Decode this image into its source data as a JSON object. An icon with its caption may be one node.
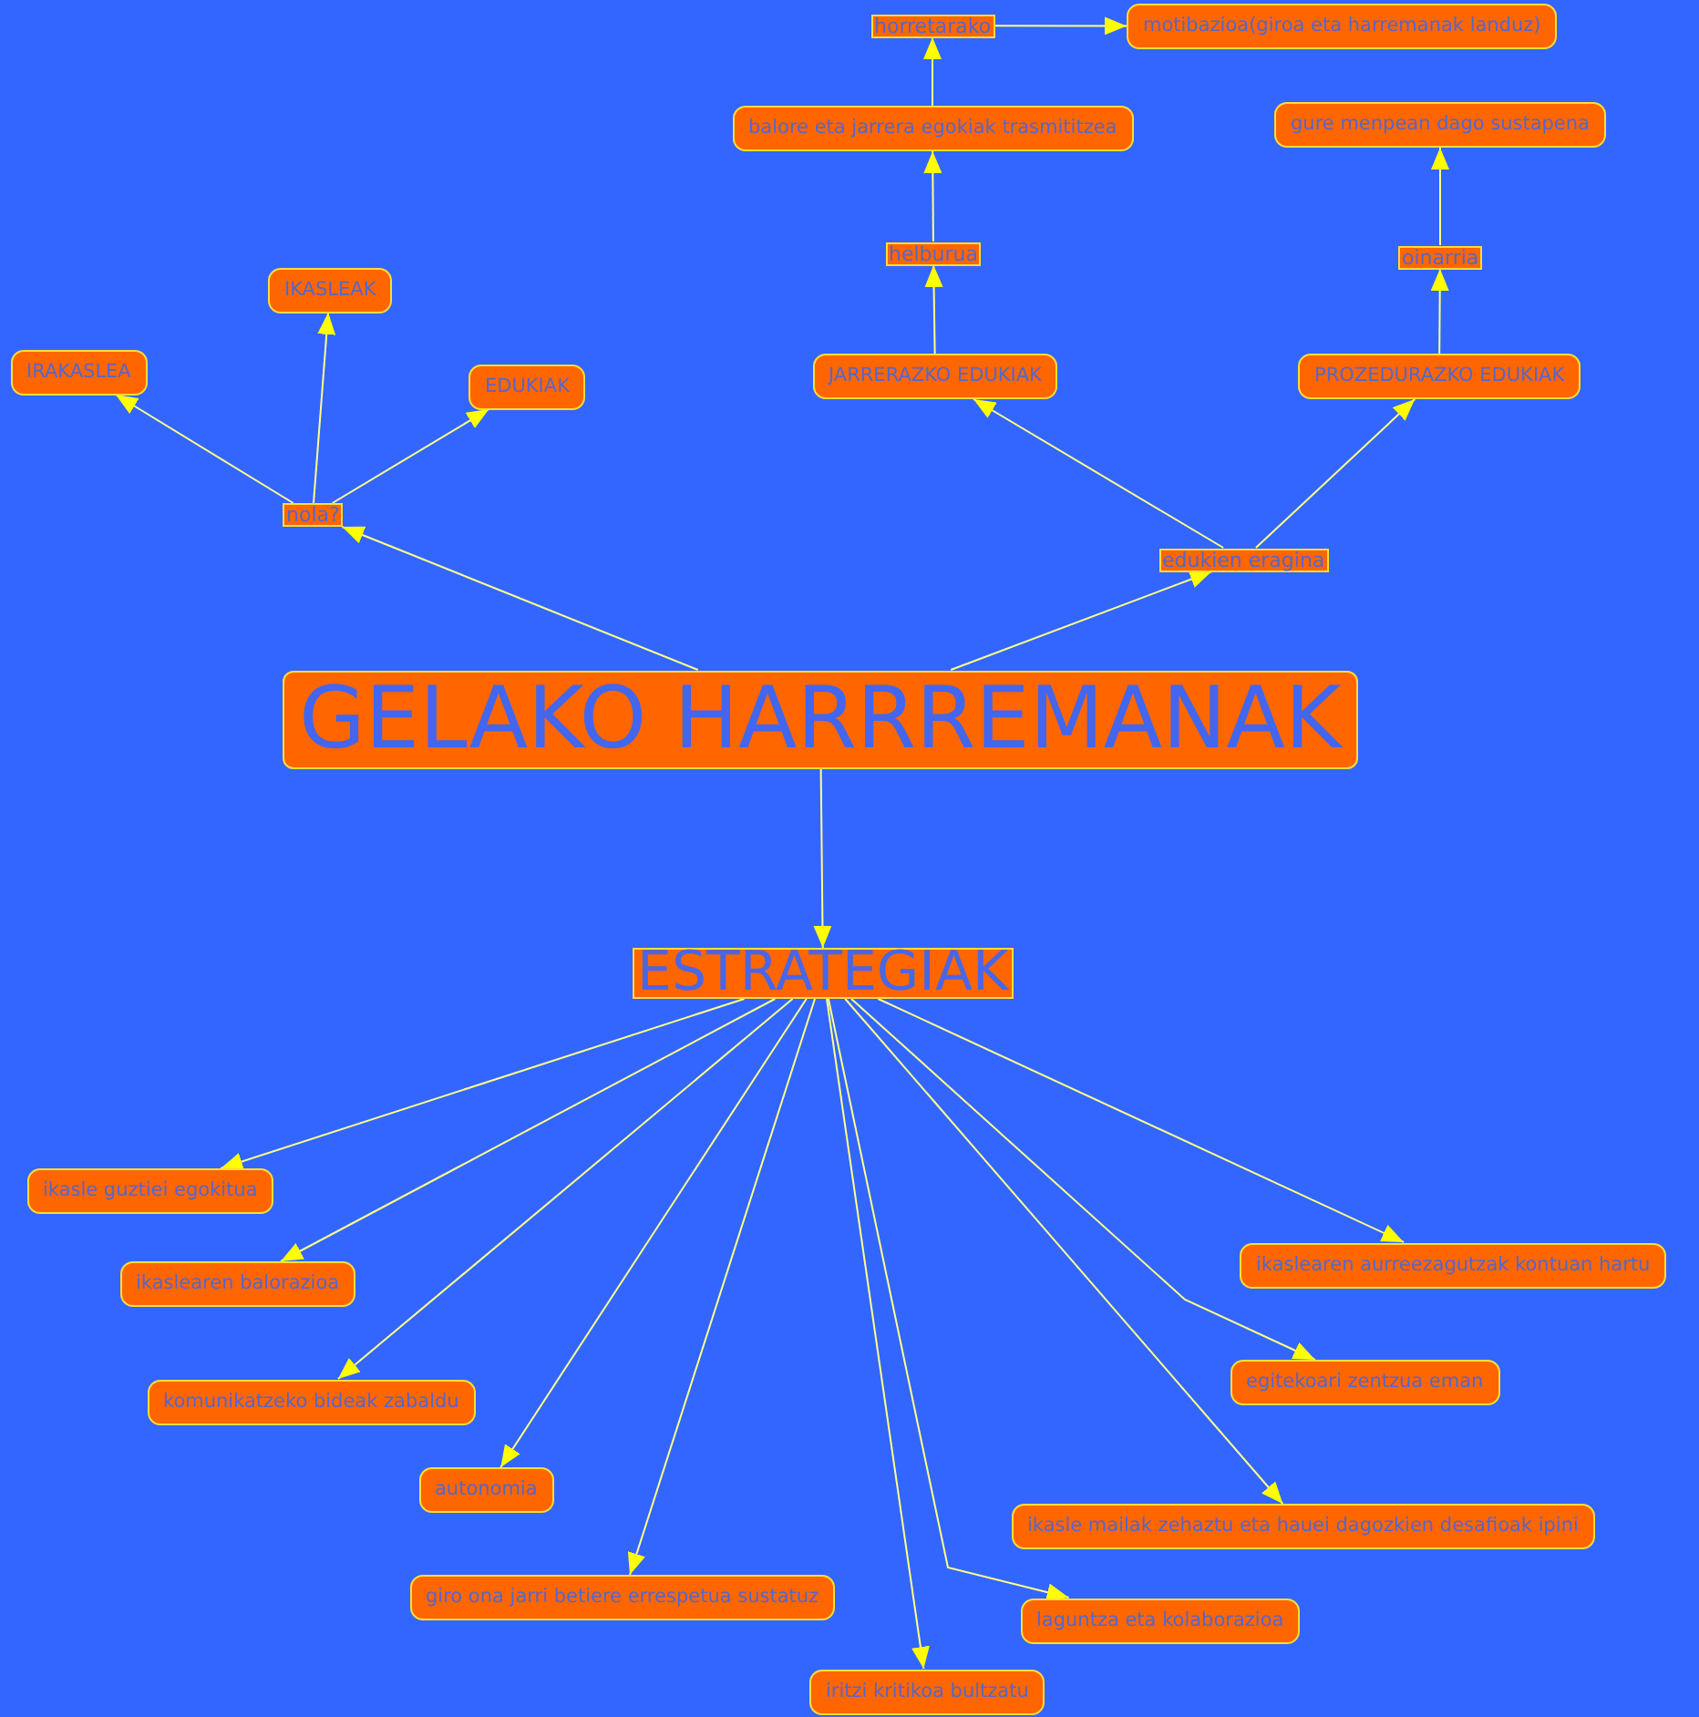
{
  "diagram": {
    "nodes": [
      {
        "text": [
          "GELAKO HARRREMANAK"
        ]
      },
      {
        "text": [
          "nola?"
        ]
      },
      {
        "text": [
          "IRAKASLEA"
        ]
      },
      {
        "text": [
          "IKASLEAK"
        ]
      },
      {
        "text": [
          "EDUKIAK"
        ]
      },
      {
        "text": [
          "edukien eragina"
        ]
      },
      {
        "text": [
          "JARRERAZKO EDUKIAK"
        ]
      },
      {
        "text": [
          "helburua"
        ]
      },
      {
        "text": [
          "balore eta jarrera egokiak trasmititzea"
        ]
      },
      {
        "text": [
          "horretarako"
        ]
      },
      {
        "text": [
          "motibazioa(giroa eta harremanak landuz)"
        ]
      },
      {
        "text": [
          "PROZEDURAZKO EDUKIAK"
        ]
      },
      {
        "text": [
          "oinarria"
        ]
      },
      {
        "text": [
          "gure menpean dago sustapena"
        ]
      },
      {
        "text": [
          "ESTRATEGIAK"
        ]
      },
      {
        "text": [
          "ikasle guztiei egokitua"
        ]
      },
      {
        "text": [
          "ikaslearen balorazioa"
        ]
      },
      {
        "text": [
          "komunikatzeko bideak zabaldu"
        ]
      },
      {
        "text": [
          "autonomia"
        ]
      },
      {
        "text": [
          "giro ona jarri betiere errespetua sustatuz"
        ]
      },
      {
        "text": [
          "iritzi kritikoa bultzatu"
        ]
      },
      {
        "text": [
          "ikaslearen aurreezagutzak kontuan hartu"
        ]
      },
      {
        "text": [
          "egitekoari zentzua eman"
        ]
      },
      {
        "text": [
          "ikasle mailak zehaztu eta hauei dagozkien desafioak ipini"
        ]
      },
      {
        "text": [
          "laguntza eta kolaborazioa"
        ]
      }
    ],
    "edges": [
      {
        "from": 0,
        "to": 1,
        "arrow": "to"
      },
      {
        "from": 1,
        "to": 2,
        "arrow": "to"
      },
      {
        "from": 1,
        "to": 3,
        "arrow": "to"
      },
      {
        "from": 1,
        "to": 4,
        "arrow": "to"
      },
      {
        "from": 0,
        "to": 5,
        "arrow": "to"
      },
      {
        "from": 5,
        "to": 6,
        "arrow": "to"
      },
      {
        "from": 6,
        "to": 7,
        "arrow": "to"
      },
      {
        "from": 7,
        "to": 8,
        "arrow": "to"
      },
      {
        "from": 8,
        "to": 9,
        "arrow": "to"
      },
      {
        "from": 9,
        "to": 10,
        "arrow": "to"
      },
      {
        "from": 5,
        "to": 11,
        "arrow": "to"
      },
      {
        "from": 11,
        "to": 12,
        "arrow": "to"
      },
      {
        "from": 12,
        "to": 13,
        "arrow": "to"
      },
      {
        "from": 0,
        "to": 14,
        "arrow": "to"
      },
      {
        "from": 14,
        "to": 15,
        "arrow": "to"
      },
      {
        "from": 14,
        "to": 16,
        "arrow": "to"
      },
      {
        "from": 14,
        "to": 17,
        "arrow": "to"
      },
      {
        "from": 14,
        "to": 18,
        "arrow": "to"
      },
      {
        "from": 14,
        "to": 19,
        "arrow": "to"
      },
      {
        "from": 14,
        "to": 20,
        "arrow": "to"
      },
      {
        "from": 14,
        "to": 21,
        "arrow": "to"
      },
      {
        "from": 14,
        "to": 22,
        "arrow": "to"
      },
      {
        "from": 14,
        "to": 23,
        "arrow": "to"
      },
      {
        "from": 14,
        "to": 24,
        "arrow": "to"
      }
    ]
  }
}
